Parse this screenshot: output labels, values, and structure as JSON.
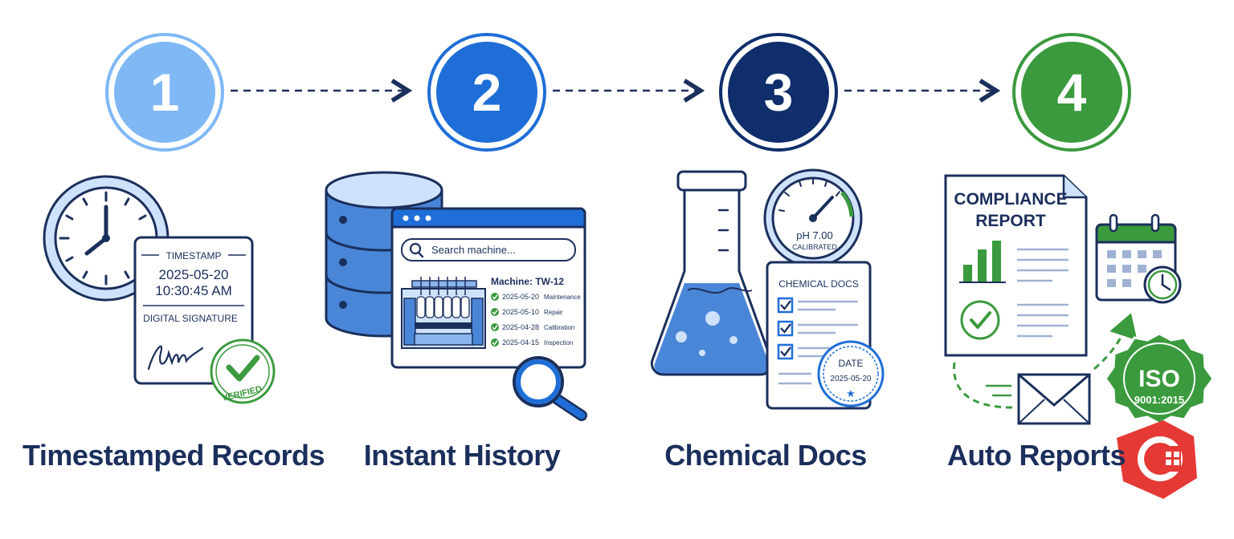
{
  "steps": [
    {
      "number": "1",
      "title": "Timestamped Records",
      "color": "#7fb8f5"
    },
    {
      "number": "2",
      "title": "Instant History",
      "color": "#1f6ed8"
    },
    {
      "number": "3",
      "title": "Chemical Docs",
      "color": "#0f2e6b"
    },
    {
      "number": "4",
      "title": "Auto Reports",
      "color": "#3a9a3d"
    }
  ],
  "timestamp_card": {
    "heading": "TIMESTAMP",
    "date": "2025-05-20",
    "time": "10:30:45 AM",
    "signature_label": "DIGITAL SIGNATURE",
    "badge": "VERIFIED"
  },
  "history_window": {
    "search_placeholder": "Search machine...",
    "machine": "Machine: TW-12",
    "entries": [
      {
        "date": "2025-05-20",
        "event": "Maintenance"
      },
      {
        "date": "2025-05-10",
        "event": "Repair"
      },
      {
        "date": "2025-04-28",
        "event": "Calibration"
      },
      {
        "date": "2025-04-15",
        "event": "Inspection"
      }
    ]
  },
  "chemical": {
    "gauge_value": "pH 7.00",
    "gauge_status": "CALIBRATED",
    "doc_title": "CHEMICAL DOCS",
    "stamp_label": "DATE",
    "stamp_date": "2025-05-20",
    "stamp_star": "★"
  },
  "report": {
    "title_line1": "COMPLIANCE",
    "title_line2": "REPORT",
    "iso_line1": "ISO",
    "iso_line2": "9001:2015"
  },
  "colors": {
    "navy": "#1b2f5c",
    "blue": "#1f6ed8",
    "light_blue": "#7fb8f5",
    "green": "#3a9a3d",
    "logo_red": "#e53935"
  }
}
